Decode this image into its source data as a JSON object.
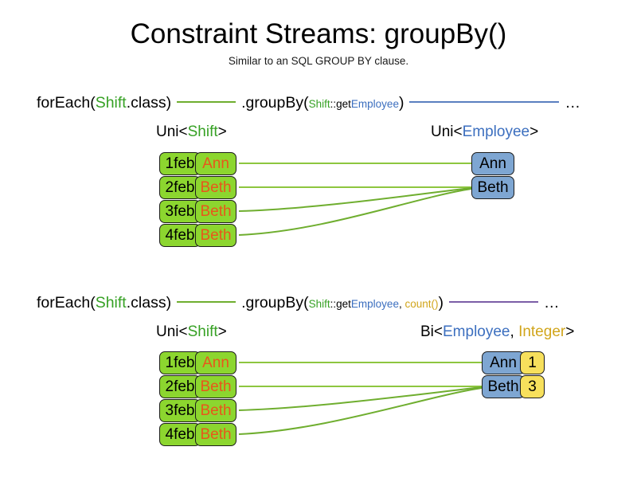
{
  "slide": {
    "title": "Constraint Streams: groupBy()",
    "subtitle": "Similar to an SQL GROUP BY clause."
  },
  "colors": {
    "shift_box_fill": "#8CD62F",
    "employee_box_fill": "#7EA6D2",
    "count_box_fill": "#F7E05C",
    "shift_name_text": "#E8571B",
    "type_shift": "#36A124",
    "type_employee": "#3C6FBF",
    "type_integer": "#D1A51B",
    "link_green": "#6FAE2F",
    "link_blue": "#5A7FC0",
    "link_purple": "#7B5EA7",
    "box_border": "#1C1C1C",
    "background": "#FFFFFF"
  },
  "sections": [
    {
      "id": "groupby-single",
      "code": {
        "for_each": "forEach(",
        "for_each_type": "Shift",
        "for_each_tail": ".class)",
        "group_by": ".groupBy(",
        "mapper_owner": "Shift",
        "mapper_sep": "::get",
        "mapper_prop": "Employee",
        "group_by_tail": ")",
        "ellipsis": "…"
      },
      "left_caption": {
        "prefix": "Uni<",
        "type": "Shift",
        "suffix": ">"
      },
      "right_caption": {
        "prefix": "Uni<",
        "type": "Employee",
        "suffix": ">"
      },
      "shifts": [
        {
          "date": "1feb",
          "employee": "Ann"
        },
        {
          "date": "2feb",
          "employee": "Beth"
        },
        {
          "date": "3feb",
          "employee": "Beth"
        },
        {
          "date": "4feb",
          "employee": "Beth"
        }
      ],
      "groups": [
        {
          "employee": "Ann"
        },
        {
          "employee": "Beth"
        }
      ]
    },
    {
      "id": "groupby-count",
      "code": {
        "for_each": "forEach(",
        "for_each_type": "Shift",
        "for_each_tail": ".class)",
        "group_by": ".groupBy(",
        "mapper_owner": "Shift",
        "mapper_sep": "::get",
        "mapper_prop": "Employee",
        "collector_sep": ", ",
        "collector": "count()",
        "group_by_tail": ")",
        "ellipsis": "…"
      },
      "left_caption": {
        "prefix": "Uni<",
        "type": "Shift",
        "suffix": ">"
      },
      "right_caption": {
        "prefix": "Bi<",
        "type": "Employee",
        "sep": ", ",
        "type2": "Integer",
        "suffix": ">"
      },
      "shifts": [
        {
          "date": "1feb",
          "employee": "Ann"
        },
        {
          "date": "2feb",
          "employee": "Beth"
        },
        {
          "date": "3feb",
          "employee": "Beth"
        },
        {
          "date": "4feb",
          "employee": "Beth"
        }
      ],
      "groups": [
        {
          "employee": "Ann",
          "count": "1"
        },
        {
          "employee": "Beth",
          "count": "3"
        }
      ]
    }
  ]
}
